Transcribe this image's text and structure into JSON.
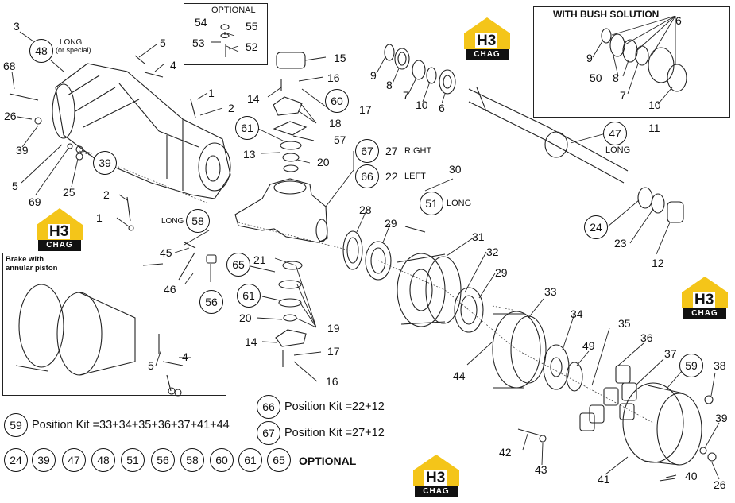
{
  "boxes": {
    "optional_title": "OPTIONAL",
    "bush_title": "WITH BUSH SOLUTION",
    "brake_title_line1": "Brake with",
    "brake_title_line2": "annular piston"
  },
  "notes": {
    "long": "LONG",
    "long_or_special": "(or special)",
    "right": "RIGHT",
    "left": "LEFT",
    "optional": "OPTIONAL"
  },
  "kits": {
    "k59_num": "59",
    "k59_text": "Position Kit =33+34+35+36+37+41+44",
    "k66_num": "66",
    "k66_text": "Position Kit =22+12",
    "k67_num": "67",
    "k67_text": "Position Kit =27+12"
  },
  "optional_list": [
    "24",
    "39",
    "47",
    "48",
    "51",
    "56",
    "58",
    "60",
    "61",
    "65"
  ],
  "logo": {
    "mark": "H3",
    "brand": "CHAG"
  },
  "labels": {
    "l3": "3",
    "l48": "48",
    "l5a": "5",
    "l4a": "4",
    "l68": "68",
    "l26a": "26",
    "l39a": "39",
    "l39c": "39",
    "l5b": "5",
    "l69": "69",
    "l25": "25",
    "l54": "54",
    "l55": "55",
    "l53": "53",
    "l52": "52",
    "l15": "15",
    "l16a": "16",
    "l1a": "1",
    "l2a": "2",
    "l14a": "14",
    "l60": "60",
    "l17a": "17",
    "l18": "18",
    "l61a": "61",
    "l57": "57",
    "l13": "13",
    "l20a": "20",
    "l67": "67",
    "l27": "27",
    "l66": "66",
    "l22": "22",
    "l2b": "2",
    "l1b": "1",
    "l58": "58",
    "l45": "45",
    "l46": "46",
    "l56": "56",
    "l65": "65",
    "l21": "21",
    "l61b": "61",
    "l20b": "20",
    "l19": "19",
    "l14b": "14",
    "l17b": "17",
    "l16b": "16",
    "l28": "28",
    "l29a": "29",
    "l30": "30",
    "l51": "51",
    "l31": "31",
    "l32": "32",
    "l29b": "29",
    "l9a": "9",
    "l8a": "8",
    "l7a": "7",
    "l10a": "10",
    "l6a": "6",
    "l47": "47",
    "l11": "11",
    "l24": "24",
    "l23": "23",
    "l12": "12",
    "l6b": "6",
    "l9b": "9",
    "l50": "50",
    "l8b": "8",
    "l7b": "7",
    "l10b": "10",
    "l33": "33",
    "l34": "34",
    "l49": "49",
    "l35": "35",
    "l36": "36",
    "l37": "37",
    "l59": "59",
    "l38": "38",
    "l39d": "39",
    "l44": "44",
    "l42": "42",
    "l43": "43",
    "l41": "41",
    "l40": "40",
    "l26b": "26",
    "l5c": "5",
    "l4c": "4"
  }
}
